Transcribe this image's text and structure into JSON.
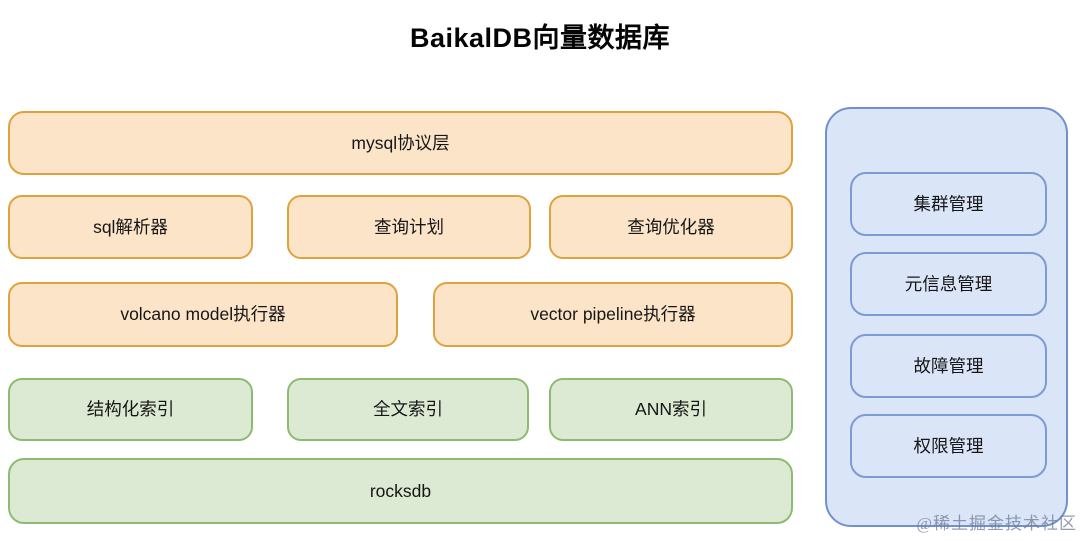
{
  "title": "BaikalDB向量数据库",
  "watermark": "@稀土掘金技术社区",
  "colors": {
    "orange_fill": "#FCE4C9",
    "orange_border": "#DEA33C",
    "green_fill": "#DCEAD3",
    "green_border": "#8FBA74",
    "blue_fill": "#DBE5F8",
    "blue_border": "#7191CE",
    "text": "#161616"
  },
  "layers": {
    "mysql_protocol": "mysql协议层",
    "sql_parser": "sql解析器",
    "query_plan": "查询计划",
    "query_optimizer": "查询优化器",
    "volcano_executor": "volcano model执行器",
    "vector_executor": "vector pipeline执行器",
    "structured_index": "结构化索引",
    "fulltext_index": "全文索引",
    "ann_index": "ANN索引",
    "storage": "rocksdb"
  },
  "management_panel": {
    "items": [
      {
        "label": "集群管理"
      },
      {
        "label": "元信息管理"
      },
      {
        "label": "故障管理"
      },
      {
        "label": "权限管理"
      }
    ]
  }
}
